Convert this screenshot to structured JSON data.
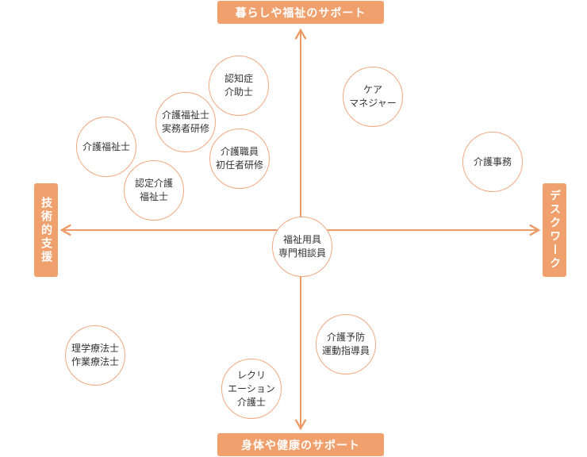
{
  "axes": {
    "top": "暮らしや福祉のサポート",
    "bottom": "身体や健康のサポート",
    "left": "技術的支援",
    "right": "デスクワーク"
  },
  "nodes": {
    "ninchisho": "認知症\n介助士",
    "jitsumusha": "介護福祉士\n実務者研修",
    "shokuin": "介護職員\n初任者研修",
    "kaigofukushi": "介護福祉士",
    "nintei": "認定介護\n福祉士",
    "care_manager": "ケア\nマネジャー",
    "jimu": "介護事務",
    "fukushiyogu": "福祉用具\n専門相談員",
    "yobo": "介護予防\n運動指導員",
    "ryoho": "理学療法士\n作業療法士",
    "recreation": "レクリ\nエーション\n介護士"
  },
  "colors": {
    "accent": "#f0a06c",
    "node_border": "#f0a880",
    "axis_line": "#ee9a66"
  }
}
